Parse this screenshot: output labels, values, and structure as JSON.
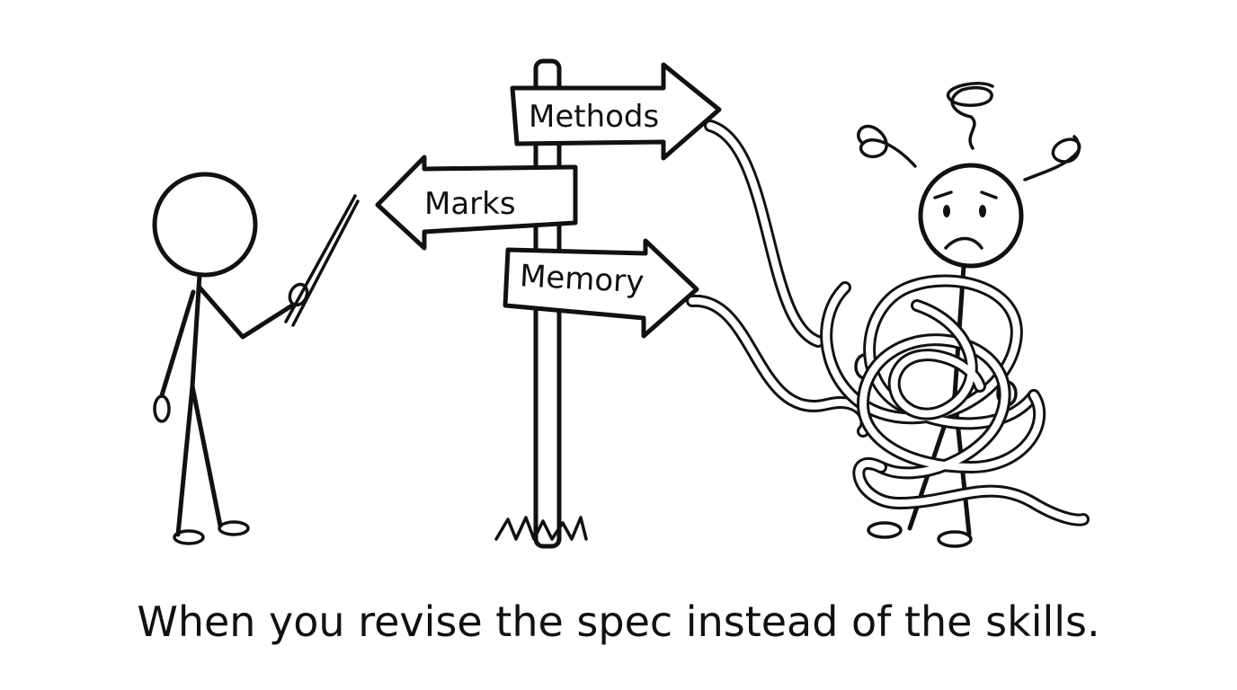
{
  "signs": {
    "methods": "Methods",
    "marks": "Marks",
    "memory": "Memory"
  },
  "caption": "When you revise the spec instead of the skills.",
  "colors": {
    "ink": "#111111",
    "background": "#ffffff"
  }
}
